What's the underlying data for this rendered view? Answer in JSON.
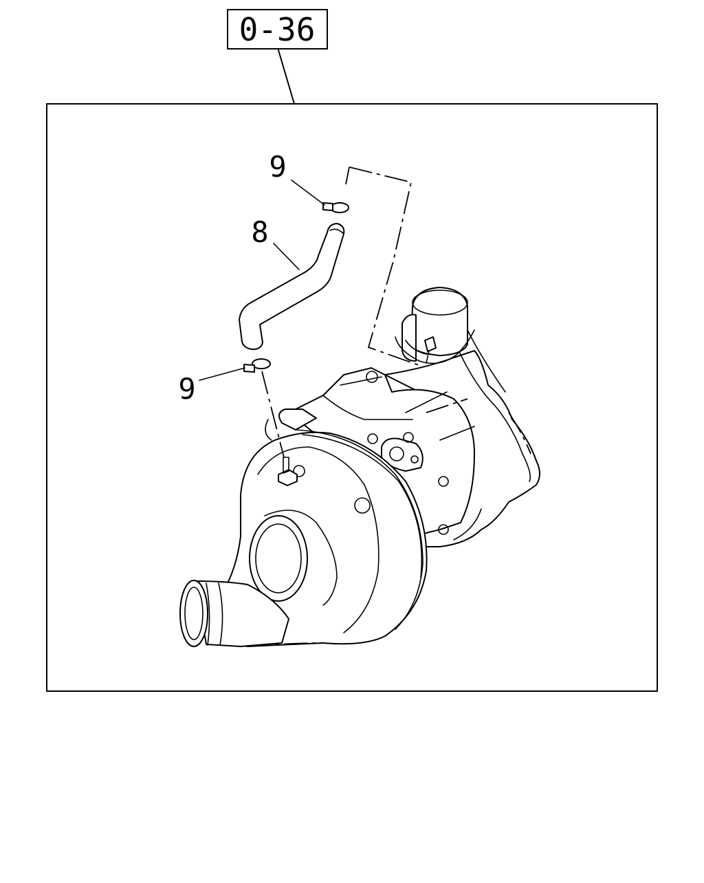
{
  "reference_box": {
    "label": "0-36"
  },
  "callouts": [
    {
      "id": "hose",
      "label": "8"
    },
    {
      "id": "clip-upper",
      "label": "9"
    },
    {
      "id": "clip-lower",
      "label": "9"
    }
  ]
}
